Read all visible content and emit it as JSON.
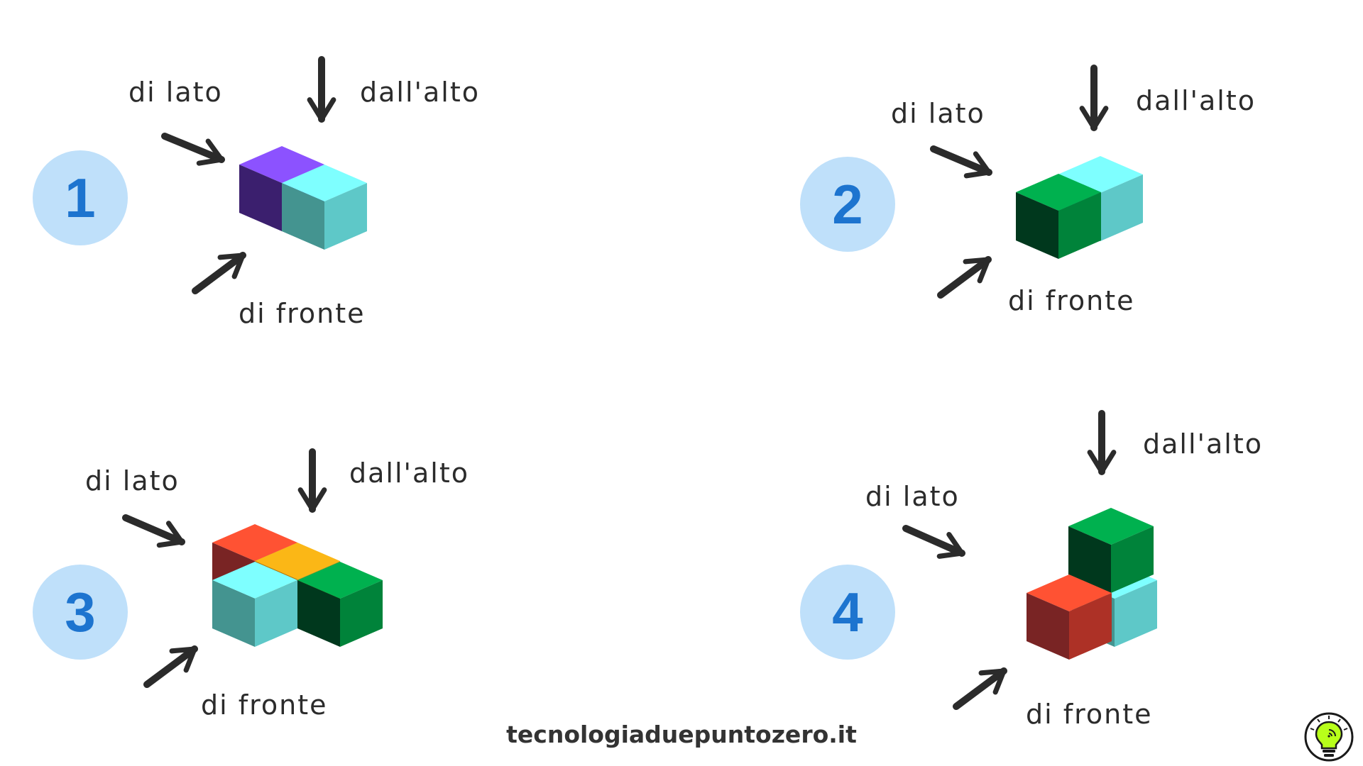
{
  "colors": {
    "badge_bg": "#bfe0fa",
    "badge_text": "#1d74cf",
    "arrow": "#2b2b2b",
    "label": "#2b2b2b"
  },
  "figures": [
    {
      "number": "1",
      "top": "dall'alto",
      "side": "di lato",
      "front": "di fronte"
    },
    {
      "number": "2",
      "top": "dall'alto",
      "side": "di lato",
      "front": "di fronte"
    },
    {
      "number": "3",
      "top": "dall'alto",
      "side": "di lato",
      "front": "di fronte"
    },
    {
      "number": "4",
      "top": "dall'alto",
      "side": "di lato",
      "front": "di fronte"
    }
  ],
  "footer": {
    "site": "tecnologiaduepuntozero.it"
  },
  "logo_icon": "lightbulb-icon"
}
